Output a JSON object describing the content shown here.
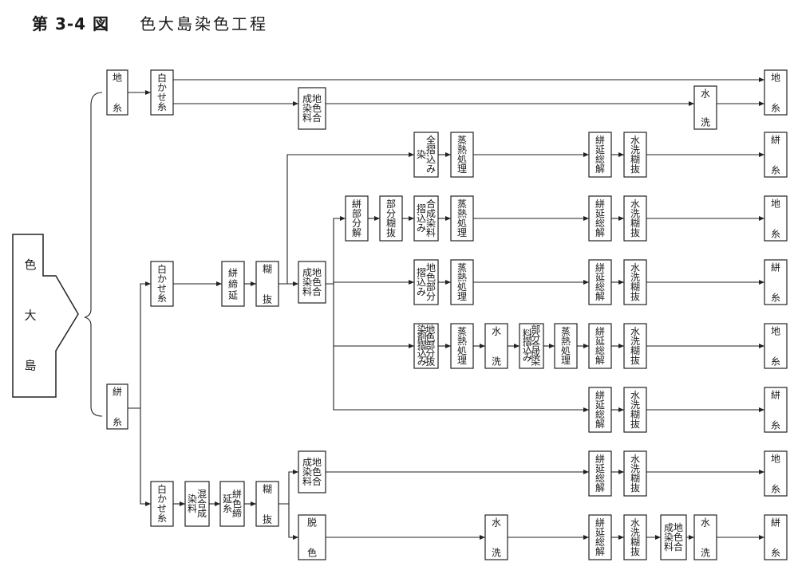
{
  "header": {
    "figure_number": "第 3-4 図",
    "title": "色大島染色工程"
  },
  "nodes": {
    "source": "色大島",
    "ji_ito_in": "地糸",
    "kasuri_ito_in": "絣糸",
    "shirokase_a": "白かせ糸",
    "jiiro_gousei_a": "地色合成染料",
    "mizuarai_a": "水洗",
    "out_ji_a": "地糸",
    "shirokase_b": "白かせ糸",
    "kasuri_shime": "絣締延",
    "noribatsu_b": "糊抜",
    "jiiro_gousei_b": "地色合成染料",
    "zenzuri_zome": "全摺込み染",
    "mushi_1": "蒸熱処理",
    "kasuri_noebai_1": "絣延総解",
    "suisen_norinuki_1": "水洗糊抜",
    "out_kasuri_1": "絣糸",
    "kasuri_bunkai": "絣部分解",
    "bubun_noribatsu": "部分糊抜",
    "gousei_surikomi": "合成染料摺込み",
    "mushi_2": "蒸熱処理",
    "kasuri_noebai_2": "絣延総解",
    "suisen_norinuki_2": "水洗糊抜",
    "out_ji_2": "地糸",
    "jiiro_bubun_surikomi": "地色部分摺込み",
    "mushi_3": "蒸熱処理",
    "kasuri_noebai_3": "絣延総解",
    "suisen_norinuki_3": "水洗糊抜",
    "out_kasuri_3": "絣糸",
    "jiiro_bubun_batsu_zome": "地色部分抜染剤摺込み",
    "mushi_4": "蒸熱処理",
    "mizuarai_4": "水洗",
    "bubun_gousei_surikomi": "部分合成染料摺込み",
    "mushi_4b": "蒸熱処理",
    "kasuri_noebai_4": "絣延総解",
    "suisen_norinuki_4": "水洗糊抜",
    "out_ji_4": "地糸",
    "kasuri_noebai_5": "絣延総解",
    "suisen_norinuki_5": "水洗糊抜",
    "out_kasuri_5": "絣糸",
    "jiiro_gousei_c": "地色合成染料",
    "kasuri_noebai_6": "絣延総解",
    "suisen_norinuki_6": "水洗糊抜",
    "out_ji_6": "地糸",
    "shirokase_c": "白かせ糸",
    "kongou_gousei": "混合成染料",
    "kasuri_shime_iro": "絣色締延糸",
    "noribatsu_c": "糊抜",
    "dasshoku": "脱色",
    "mizuarai_7": "水洗",
    "kasuri_noebai_7": "絣延総解",
    "suisen_norinuki_7": "水洗糊抜",
    "jiiro_gousei_d": "地色合成染料",
    "mizuarai_7b": "水洗",
    "out_kasuri_7": "絣糸"
  }
}
